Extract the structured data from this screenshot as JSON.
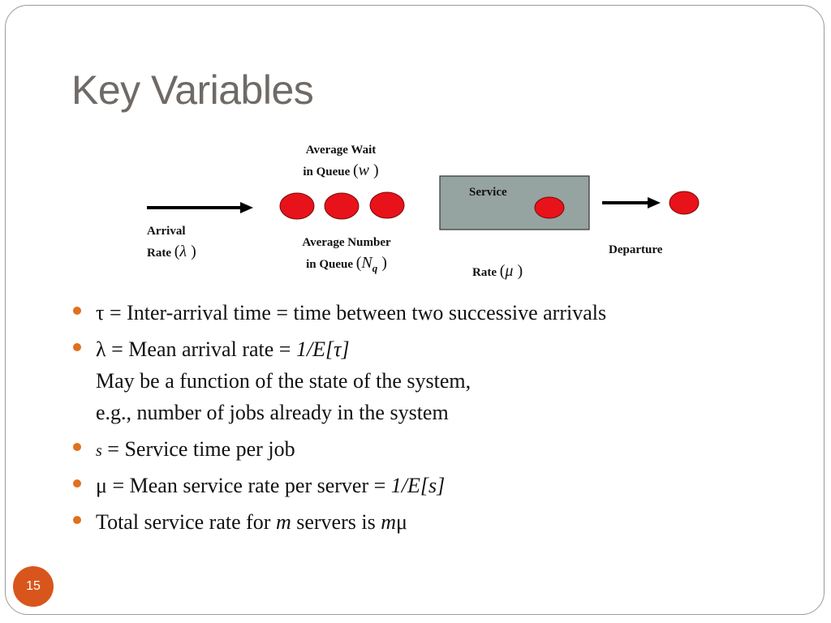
{
  "slide": {
    "title": "Key Variables",
    "page_number": "15"
  },
  "diagram": {
    "wait_label_line1": "Average Wait",
    "wait_label_line2": "in Queue",
    "wait_symbol": "w",
    "arrival_label_line1": "Arrival",
    "arrival_label_line2": "Rate",
    "arrival_symbol": "λ",
    "number_label_line1": "Average Number",
    "number_label_line2": "in Queue",
    "number_symbol": "N",
    "number_subscript": "q",
    "service_label": "Service",
    "rate_label": "Rate",
    "rate_symbol": "μ",
    "departure_label": "Departure",
    "colors": {
      "job": "#e8121a",
      "server_box": "#95a3a1",
      "arrow": "#000000"
    }
  },
  "bullets": [
    {
      "symbol": "τ",
      "eq": " = ",
      "text": "Inter-arrival time = time between two successive arrivals"
    },
    {
      "symbol": "λ",
      "eq": " = ",
      "text": "Mean arrival rate = ",
      "formula": "1/E[τ]",
      "line2": "May be a function of the state of the system,",
      "line3": "e.g., number of jobs already in the system"
    },
    {
      "symbol": "s",
      "eq": " = ",
      "text": "Service time per job"
    },
    {
      "symbol": "μ",
      "eq": " = ",
      "text": "Mean service rate per server = ",
      "formula": "1/E[s]"
    },
    {
      "text": "Total service rate for ",
      "var_m": "m",
      "text2": " servers is ",
      "var_m2": "m",
      "mu": "μ"
    }
  ],
  "bullet_color": "#e0701e",
  "badge_color": "#d8561c"
}
